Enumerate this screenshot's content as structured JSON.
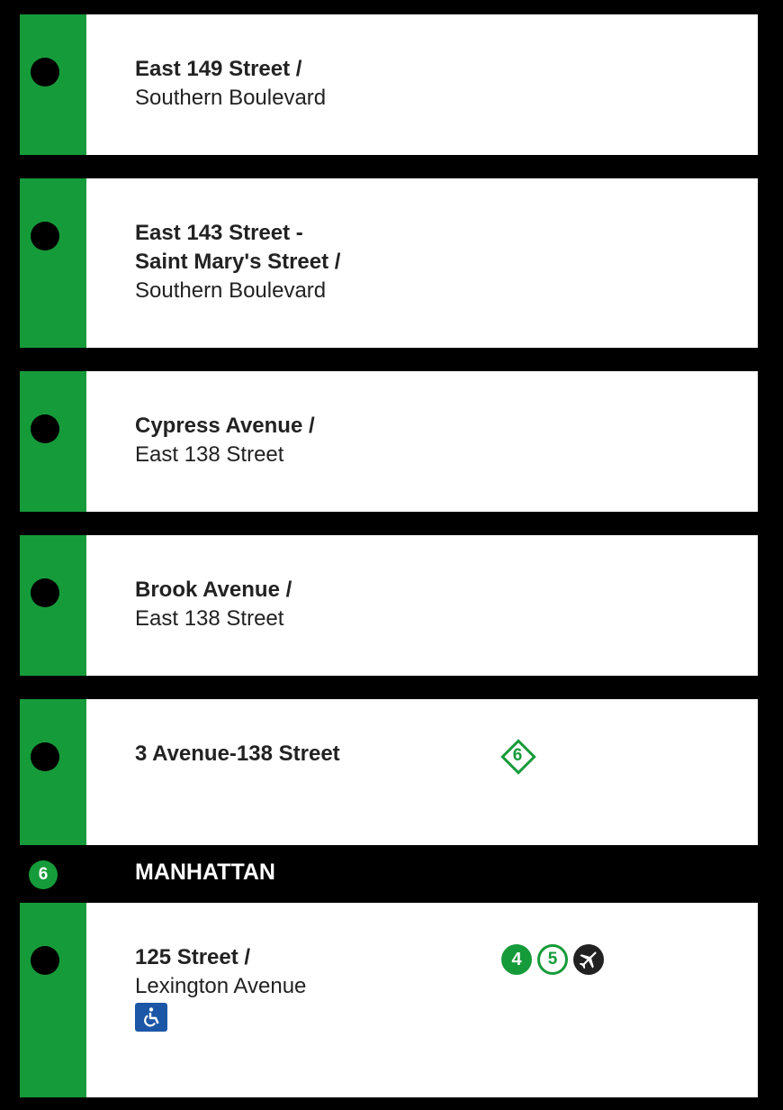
{
  "stations": [
    {
      "name_bold": "East 149 Street /",
      "name_regular": "Southern Boulevard"
    },
    {
      "name_bold_1": "East 143 Street -",
      "name_bold_2": "Saint Mary's Street /",
      "name_regular": "Southern Boulevard"
    },
    {
      "name_bold": "Cypress Avenue /",
      "name_regular": "East 138 Street"
    },
    {
      "name_bold": "Brook Avenue /",
      "name_regular": "East 138 Street"
    },
    {
      "name_bold": "3 Avenue-138 Street",
      "express_route": "6"
    },
    {
      "name_bold": "125 Street /",
      "name_regular": "Lexington Avenue",
      "connections": [
        "4",
        "5"
      ],
      "airport_icon": "airplane-icon",
      "accessibility_icon": "wheelchair-icon"
    }
  ],
  "borough": {
    "route": "6",
    "label": "MANHATTAN"
  },
  "colors": {
    "line": "#169b3a",
    "background": "#000000",
    "accessible": "#1b57a6"
  }
}
